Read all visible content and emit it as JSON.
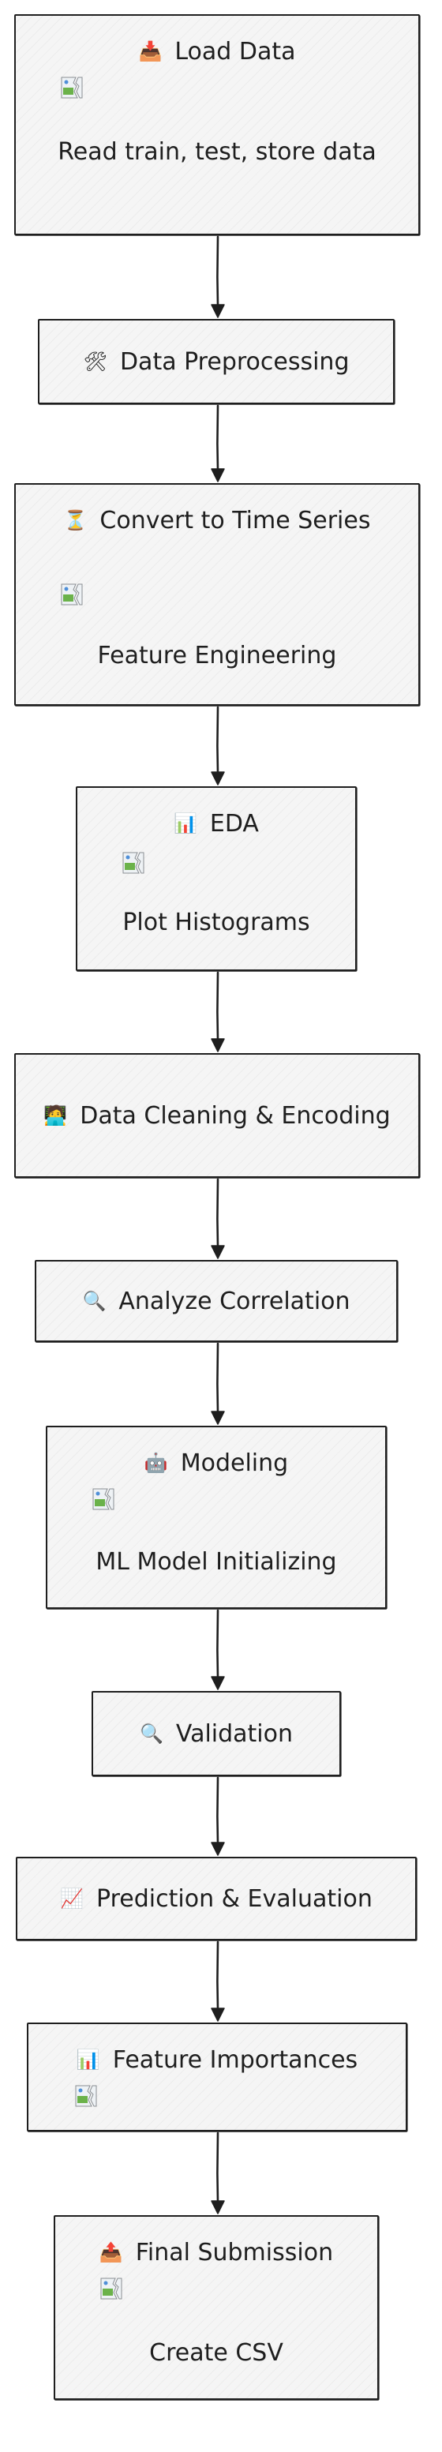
{
  "diagram": {
    "nodes": [
      {
        "id": "load-data",
        "emoji": "📥",
        "emoji_name": "inbox-tray-icon",
        "title": "Load Data",
        "has_image": true,
        "description": "Read train, test, store data"
      },
      {
        "id": "data-preprocessing",
        "emoji": "🛠",
        "emoji_name": "tools-icon",
        "title": "Data Preprocessing",
        "has_image": false,
        "description": ""
      },
      {
        "id": "convert-time-series",
        "emoji": "⏳",
        "emoji_name": "hourglass-icon",
        "title": "Convert to Time Series",
        "has_image": true,
        "description": "Feature Engineering"
      },
      {
        "id": "eda",
        "emoji": "📊",
        "emoji_name": "bar-chart-icon",
        "title": "EDA",
        "has_image": true,
        "description": "Plot Histograms"
      },
      {
        "id": "data-cleaning-encoding",
        "emoji": "🧑‍💻",
        "emoji_name": "technologist-icon",
        "title": "Data Cleaning & Encoding",
        "has_image": false,
        "description": ""
      },
      {
        "id": "analyze-correlation",
        "emoji": "🔍",
        "emoji_name": "magnifier-icon",
        "title": "Analyze Correlation",
        "has_image": false,
        "description": ""
      },
      {
        "id": "modeling",
        "emoji": "🤖",
        "emoji_name": "robot-icon",
        "title": "Modeling",
        "has_image": true,
        "description": "ML Model Initializing"
      },
      {
        "id": "validation",
        "emoji": "🔍",
        "emoji_name": "magnifier-icon",
        "title": "Validation",
        "has_image": false,
        "description": ""
      },
      {
        "id": "prediction-evaluation",
        "emoji": "📈",
        "emoji_name": "chart-increasing-icon",
        "title": "Prediction & Evaluation",
        "has_image": false,
        "description": ""
      },
      {
        "id": "feature-importances",
        "emoji": "📊",
        "emoji_name": "bar-chart-icon",
        "title": "Feature Importances",
        "has_image": true,
        "description": ""
      },
      {
        "id": "final-submission",
        "emoji": "📤",
        "emoji_name": "outbox-tray-icon",
        "title": "Final Submission",
        "has_image": true,
        "description": "Create CSV"
      }
    ],
    "edges": [
      {
        "from": "load-data",
        "to": "data-preprocessing"
      },
      {
        "from": "data-preprocessing",
        "to": "convert-time-series"
      },
      {
        "from": "convert-time-series",
        "to": "eda"
      },
      {
        "from": "eda",
        "to": "data-cleaning-encoding"
      },
      {
        "from": "data-cleaning-encoding",
        "to": "analyze-correlation"
      },
      {
        "from": "analyze-correlation",
        "to": "modeling"
      },
      {
        "from": "modeling",
        "to": "validation"
      },
      {
        "from": "validation",
        "to": "prediction-evaluation"
      },
      {
        "from": "prediction-evaluation",
        "to": "feature-importances"
      },
      {
        "from": "feature-importances",
        "to": "final-submission"
      }
    ]
  },
  "colors": {
    "stroke": "#1e1e1e",
    "node_fill": "#f5f5f5",
    "background": "#ffffff"
  }
}
